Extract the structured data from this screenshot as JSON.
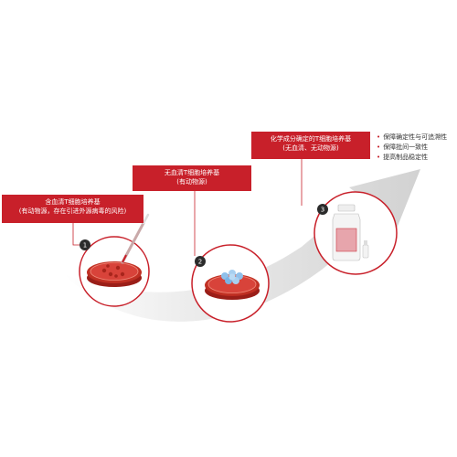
{
  "steps": [
    {
      "number": "1",
      "title": "含血清T细胞培养基",
      "subtitle": "(有动物源，存在引进外源病毒的风险)"
    },
    {
      "number": "2",
      "title": "无血清T细胞培养基",
      "subtitle": "(有动物源)"
    },
    {
      "number": "3",
      "title": "化学成分确定的T细胞培养基",
      "subtitle": "(无血清、无动物源)"
    }
  ],
  "benefits": [
    "保障确定性与可追溯性",
    "保障批间一致性",
    "提高制品稳定性"
  ],
  "colors": {
    "accent": "#c8202a",
    "arrow": "#dadada",
    "cells": "#8fc0ea"
  },
  "icons": [
    "petri-dish-with-pipette-icon",
    "petri-dish-with-cells-icon",
    "medium-bottle-icon"
  ]
}
